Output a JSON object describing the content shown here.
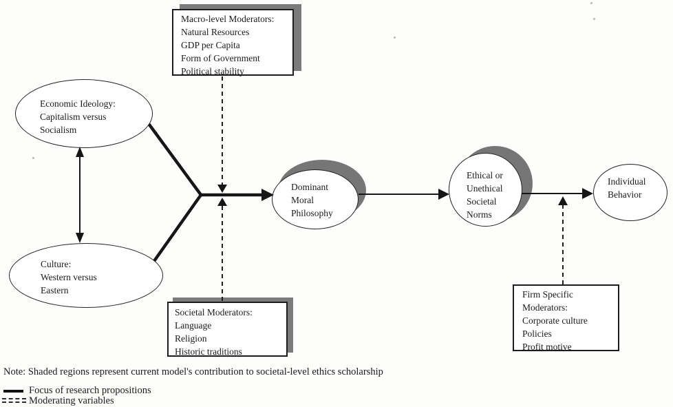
{
  "figure": {
    "nodes": {
      "macro_moderators": {
        "shape": "rect-shadowed",
        "lines": [
          "Macro-level Moderators:",
          "Natural Resources",
          "GDP per Capita",
          "Form of Government",
          "Political stability"
        ]
      },
      "economic_ideology": {
        "shape": "ellipse",
        "lines": [
          "Economic Ideology:",
          "Capitalism versus",
          "Socialism"
        ]
      },
      "culture": {
        "shape": "ellipse",
        "lines": [
          "Culture:",
          "Western versus",
          "Eastern"
        ]
      },
      "dominant_moral_philosophy": {
        "shape": "ellipse-shadowed",
        "lines": [
          "Dominant",
          "Moral",
          "Philosophy"
        ]
      },
      "societal_norms": {
        "shape": "ellipse-shadowed",
        "lines": [
          "Ethical or",
          "Unethical",
          "Societal",
          "Norms"
        ]
      },
      "individual_behavior": {
        "shape": "ellipse",
        "lines": [
          "Individual",
          "Behavior"
        ]
      },
      "societal_moderators": {
        "shape": "rect-shadowed",
        "lines": [
          "Societal Moderators:",
          "Language",
          "Religion",
          "Historic traditions"
        ]
      },
      "firm_moderators": {
        "shape": "rect",
        "lines": [
          "Firm Specific",
          "Moderators:",
          "Corporate culture",
          "Policies",
          "Profit motive"
        ]
      }
    },
    "connectors": [
      "economic_ideology <-> culture (double-headed solid arrow)",
      "economic_ideology + culture -> dominant_moral_philosophy (thick solid focus arrow)",
      "dominant_moral_philosophy -> societal_norms (solid arrow)",
      "societal_norms -> individual_behavior (solid arrow)",
      "macro_moderators --> focus arrow (dashed moderating arrow, downward)",
      "societal_moderators --> focus arrow (dashed moderating arrow, upward)",
      "firm_moderators --> norms-behavior arrow (dashed moderating arrow, upward)"
    ],
    "note": "Note: Shaded regions represent current model's contribution to societal-level ethics scholarship",
    "legend": [
      {
        "sample": "thick-solid-line",
        "label": "Focus of research propositions"
      },
      {
        "sample": "dashed-line",
        "label": "Moderating variables"
      }
    ],
    "colors": {
      "background": "#fdfdfc",
      "line": "#161616",
      "shadow_gray": "#7b7b7b",
      "text": "#1b1b1b"
    }
  }
}
